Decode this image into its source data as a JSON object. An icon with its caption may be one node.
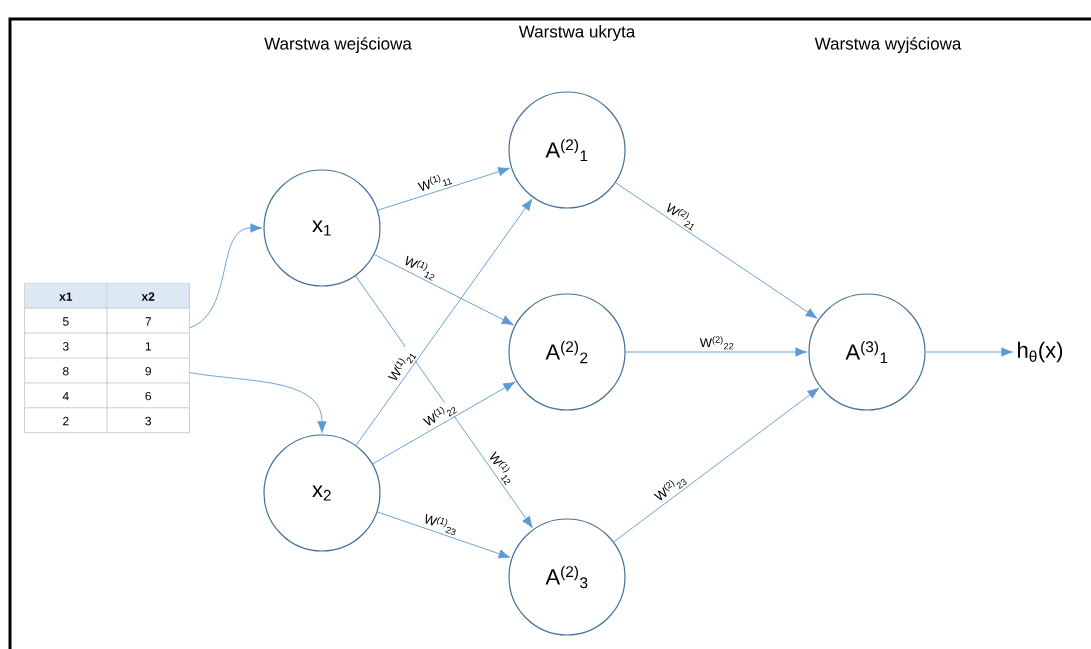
{
  "diagram": {
    "nodes": [
      {
        "text": [
          "x1",
          "x2",
          "5",
          "7",
          "3",
          "1",
          "8",
          "9",
          "4",
          "6",
          "2",
          "3"
        ]
      },
      {
        "text": [
          "x$_{1}$"
        ]
      },
      {
        "text": [
          "x$_{2}$"
        ]
      },
      {
        "text": [
          "A$^{(2)}$$_{1}$"
        ]
      },
      {
        "text": [
          "A$^{(2)}$$_{2}$"
        ]
      },
      {
        "text": [
          "A$^{(2)}$$_{3}$"
        ]
      },
      {
        "text": [
          "A$^{(3)}$$_{1}$"
        ]
      },
      {
        "text": [
          "h$_{θ}$(x)"
        ]
      }
    ],
    "edges": [
      {
        "from": 0,
        "to": 1,
        "arrow": "to"
      },
      {
        "from": 0,
        "to": 2,
        "arrow": "to"
      },
      {
        "from": 1,
        "to": 3,
        "arrow": "to",
        "label": "W$^{(1)}$$_{11}$"
      },
      {
        "from": 1,
        "to": 4,
        "arrow": "to",
        "label": "W$^{(1)}$$_{12}$"
      },
      {
        "from": 1,
        "to": 5,
        "arrow": "to",
        "label": "W$^{(1)}$$_{12}$"
      },
      {
        "from": 2,
        "to": 3,
        "arrow": "to",
        "label": "W$^{(1)}$$_{21}$"
      },
      {
        "from": 2,
        "to": 4,
        "arrow": "to",
        "label": "W$^{(1)}$$_{22}$"
      },
      {
        "from": 2,
        "to": 5,
        "arrow": "to",
        "label": "W$^{(1)}$$_{23}$"
      },
      {
        "from": 3,
        "to": 6,
        "arrow": "to",
        "label": "W$^{(2)}$$_{21}$"
      },
      {
        "from": 4,
        "to": 6,
        "arrow": "to",
        "label": "W$^{(2)}$$_{22}$"
      },
      {
        "from": 5,
        "to": 6,
        "arrow": "to",
        "label": "W$^{(2)}$$_{23}$"
      },
      {
        "from": 6,
        "to": 7,
        "arrow": "to"
      }
    ],
    "labels": [
      "Warstwa wejściowa",
      "Warstwa ukryta",
      "Warstwa wyjściowa"
    ]
  }
}
